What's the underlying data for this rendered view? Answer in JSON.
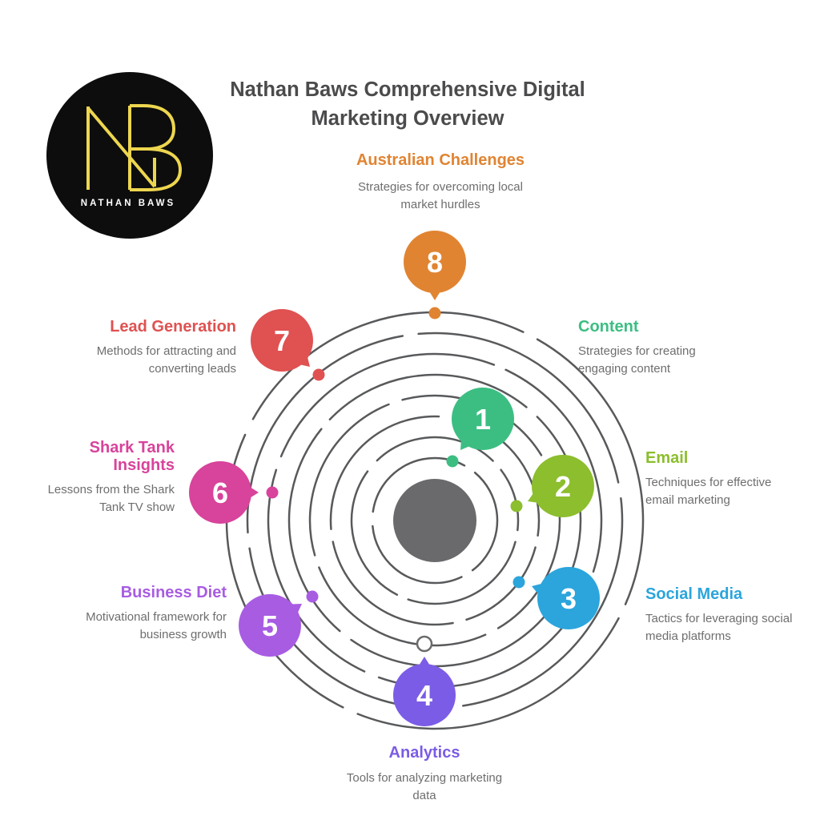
{
  "title": "Nathan Baws Comprehensive Digital Marketing Overview",
  "logo": {
    "monogram": "NB",
    "name": "NATHAN BAWS",
    "bg_color": "#0d0d0d",
    "monogram_color": "#edd64f",
    "name_color": "#ffffff"
  },
  "diagram": {
    "type": "spiral",
    "line_color": "#58595b",
    "center_color": "#6a6a6c"
  },
  "items": [
    {
      "number": "1",
      "title": "Content",
      "description": "Strategies for creating engaging content",
      "color": "#3cbe82"
    },
    {
      "number": "2",
      "title": "Email",
      "description": "Techniques for effective email marketing",
      "color": "#8cbe2d"
    },
    {
      "number": "3",
      "title": "Social Media",
      "description": "Tactics for leveraging social media platforms",
      "color": "#2ba5dc"
    },
    {
      "number": "4",
      "title": "Analytics",
      "description": "Tools for analyzing marketing data",
      "color": "#7b5ce6"
    },
    {
      "number": "5",
      "title": "Business Diet",
      "description": "Motivational framework for business growth",
      "color": "#a85ce2"
    },
    {
      "number": "6",
      "title": "Shark Tank Insights",
      "description": "Lessons from the Shark Tank TV show",
      "color": "#d8439b"
    },
    {
      "number": "7",
      "title": "Lead Generation",
      "description": "Methods for attracting and converting leads",
      "color": "#e05151"
    },
    {
      "number": "8",
      "title": "Australian Challenges",
      "description": "Strategies for overcoming local market hurdles",
      "color": "#e08432"
    }
  ]
}
